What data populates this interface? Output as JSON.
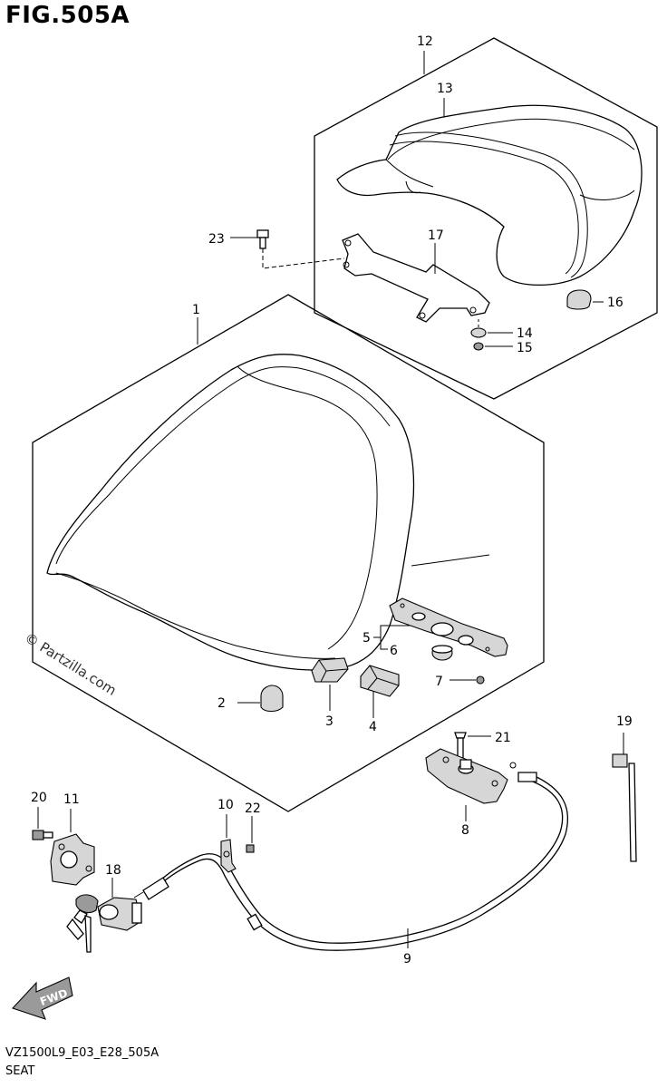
{
  "figure": {
    "title": "FIG.505A",
    "model_code": "VZ1500L9_E03_E28_505A",
    "section_name": "SEAT",
    "watermark": "© Partzilla.com"
  },
  "callouts": [
    "1",
    "2",
    "3",
    "4",
    "5",
    "6",
    "7",
    "8",
    "9",
    "10",
    "11",
    "12",
    "13",
    "14",
    "15",
    "16",
    "17",
    "18",
    "19",
    "20",
    "21",
    "22",
    "23"
  ],
  "fwd_label": "FWD"
}
